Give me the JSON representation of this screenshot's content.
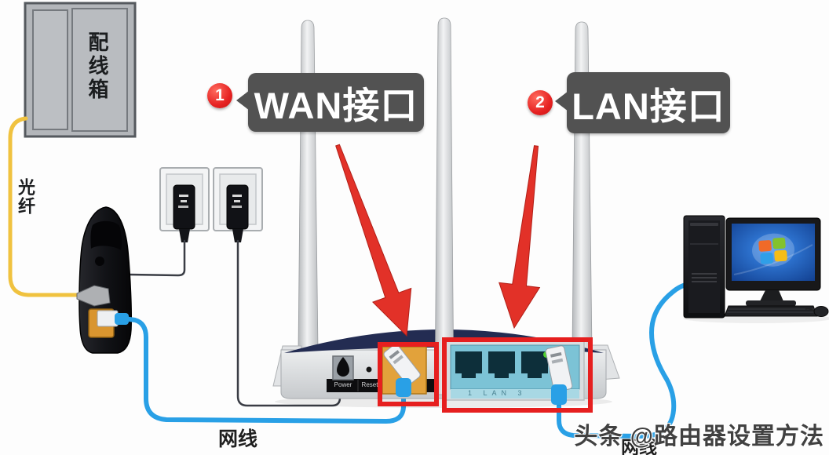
{
  "distribution_box": {
    "label": "配线箱"
  },
  "fiber": {
    "label": "光纤"
  },
  "callouts": {
    "wan": {
      "number": "1",
      "label": "WAN接口"
    },
    "lan": {
      "number": "2",
      "label": "LAN接口"
    }
  },
  "router": {
    "power_label": "Power",
    "reset_label": "Reset",
    "lan_panel_text": "1 LAN 3"
  },
  "cables": {
    "modem_to_router_label": "网线",
    "router_to_pc_label": "网线"
  },
  "watermark": {
    "text": "头条 @路由器设置方法"
  },
  "colors": {
    "accent_red": "#e61f1f",
    "ethernet_blue": "#29a0e6",
    "fiber_yellow": "#f0c23f",
    "wan_orange": "#e2a23b",
    "lan_teal": "#7cc3d6",
    "bubble_gray": "#525252",
    "router_navy": "#232c52",
    "screen_blue": "#2f83e8"
  }
}
